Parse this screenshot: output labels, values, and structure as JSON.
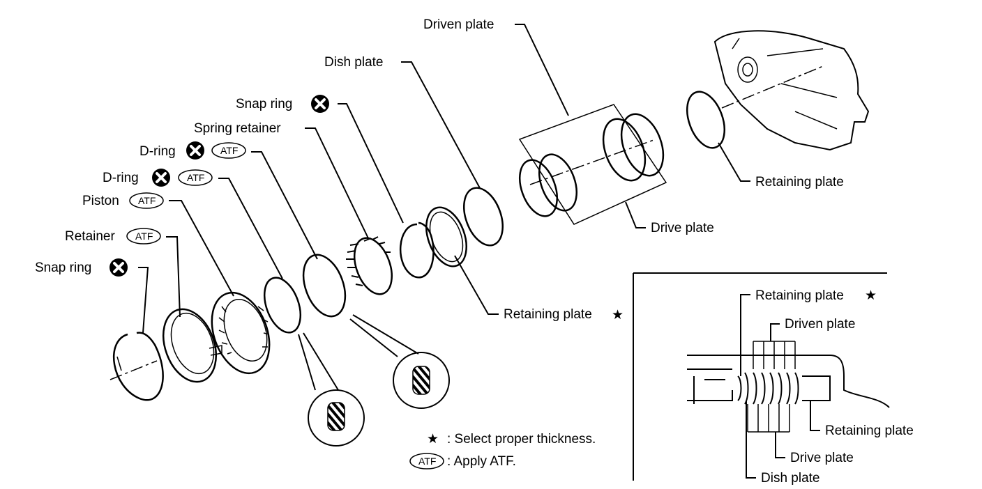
{
  "labels": {
    "driven_plate": "Driven plate",
    "dish_plate": "Dish plate",
    "snap_ring_top": "Snap ring",
    "spring_retainer": "Spring retainer",
    "d_ring_1": "D-ring",
    "d_ring_2": "D-ring",
    "piston": "Piston",
    "retainer": "Retainer",
    "snap_ring_bottom": "Snap ring",
    "retaining_plate_right": "Retaining plate",
    "drive_plate": "Drive plate",
    "retaining_plate_star": "Retaining plate"
  },
  "badges": {
    "atf": "ATF",
    "star": "★"
  },
  "legend": {
    "star_symbol": "★",
    "star_text": ": Select proper thickness.",
    "atf_text": ": Apply ATF."
  },
  "inset": {
    "retaining_plate_top": "Retaining plate",
    "driven_plate": "Driven plate",
    "retaining_plate_right": "Retaining plate",
    "drive_plate": "Drive plate",
    "dish_plate": "Dish plate"
  },
  "icons": {
    "do_not_reuse": "x-circle-icon",
    "apply_atf": "atf-oval-icon",
    "select_thickness": "star-icon"
  }
}
